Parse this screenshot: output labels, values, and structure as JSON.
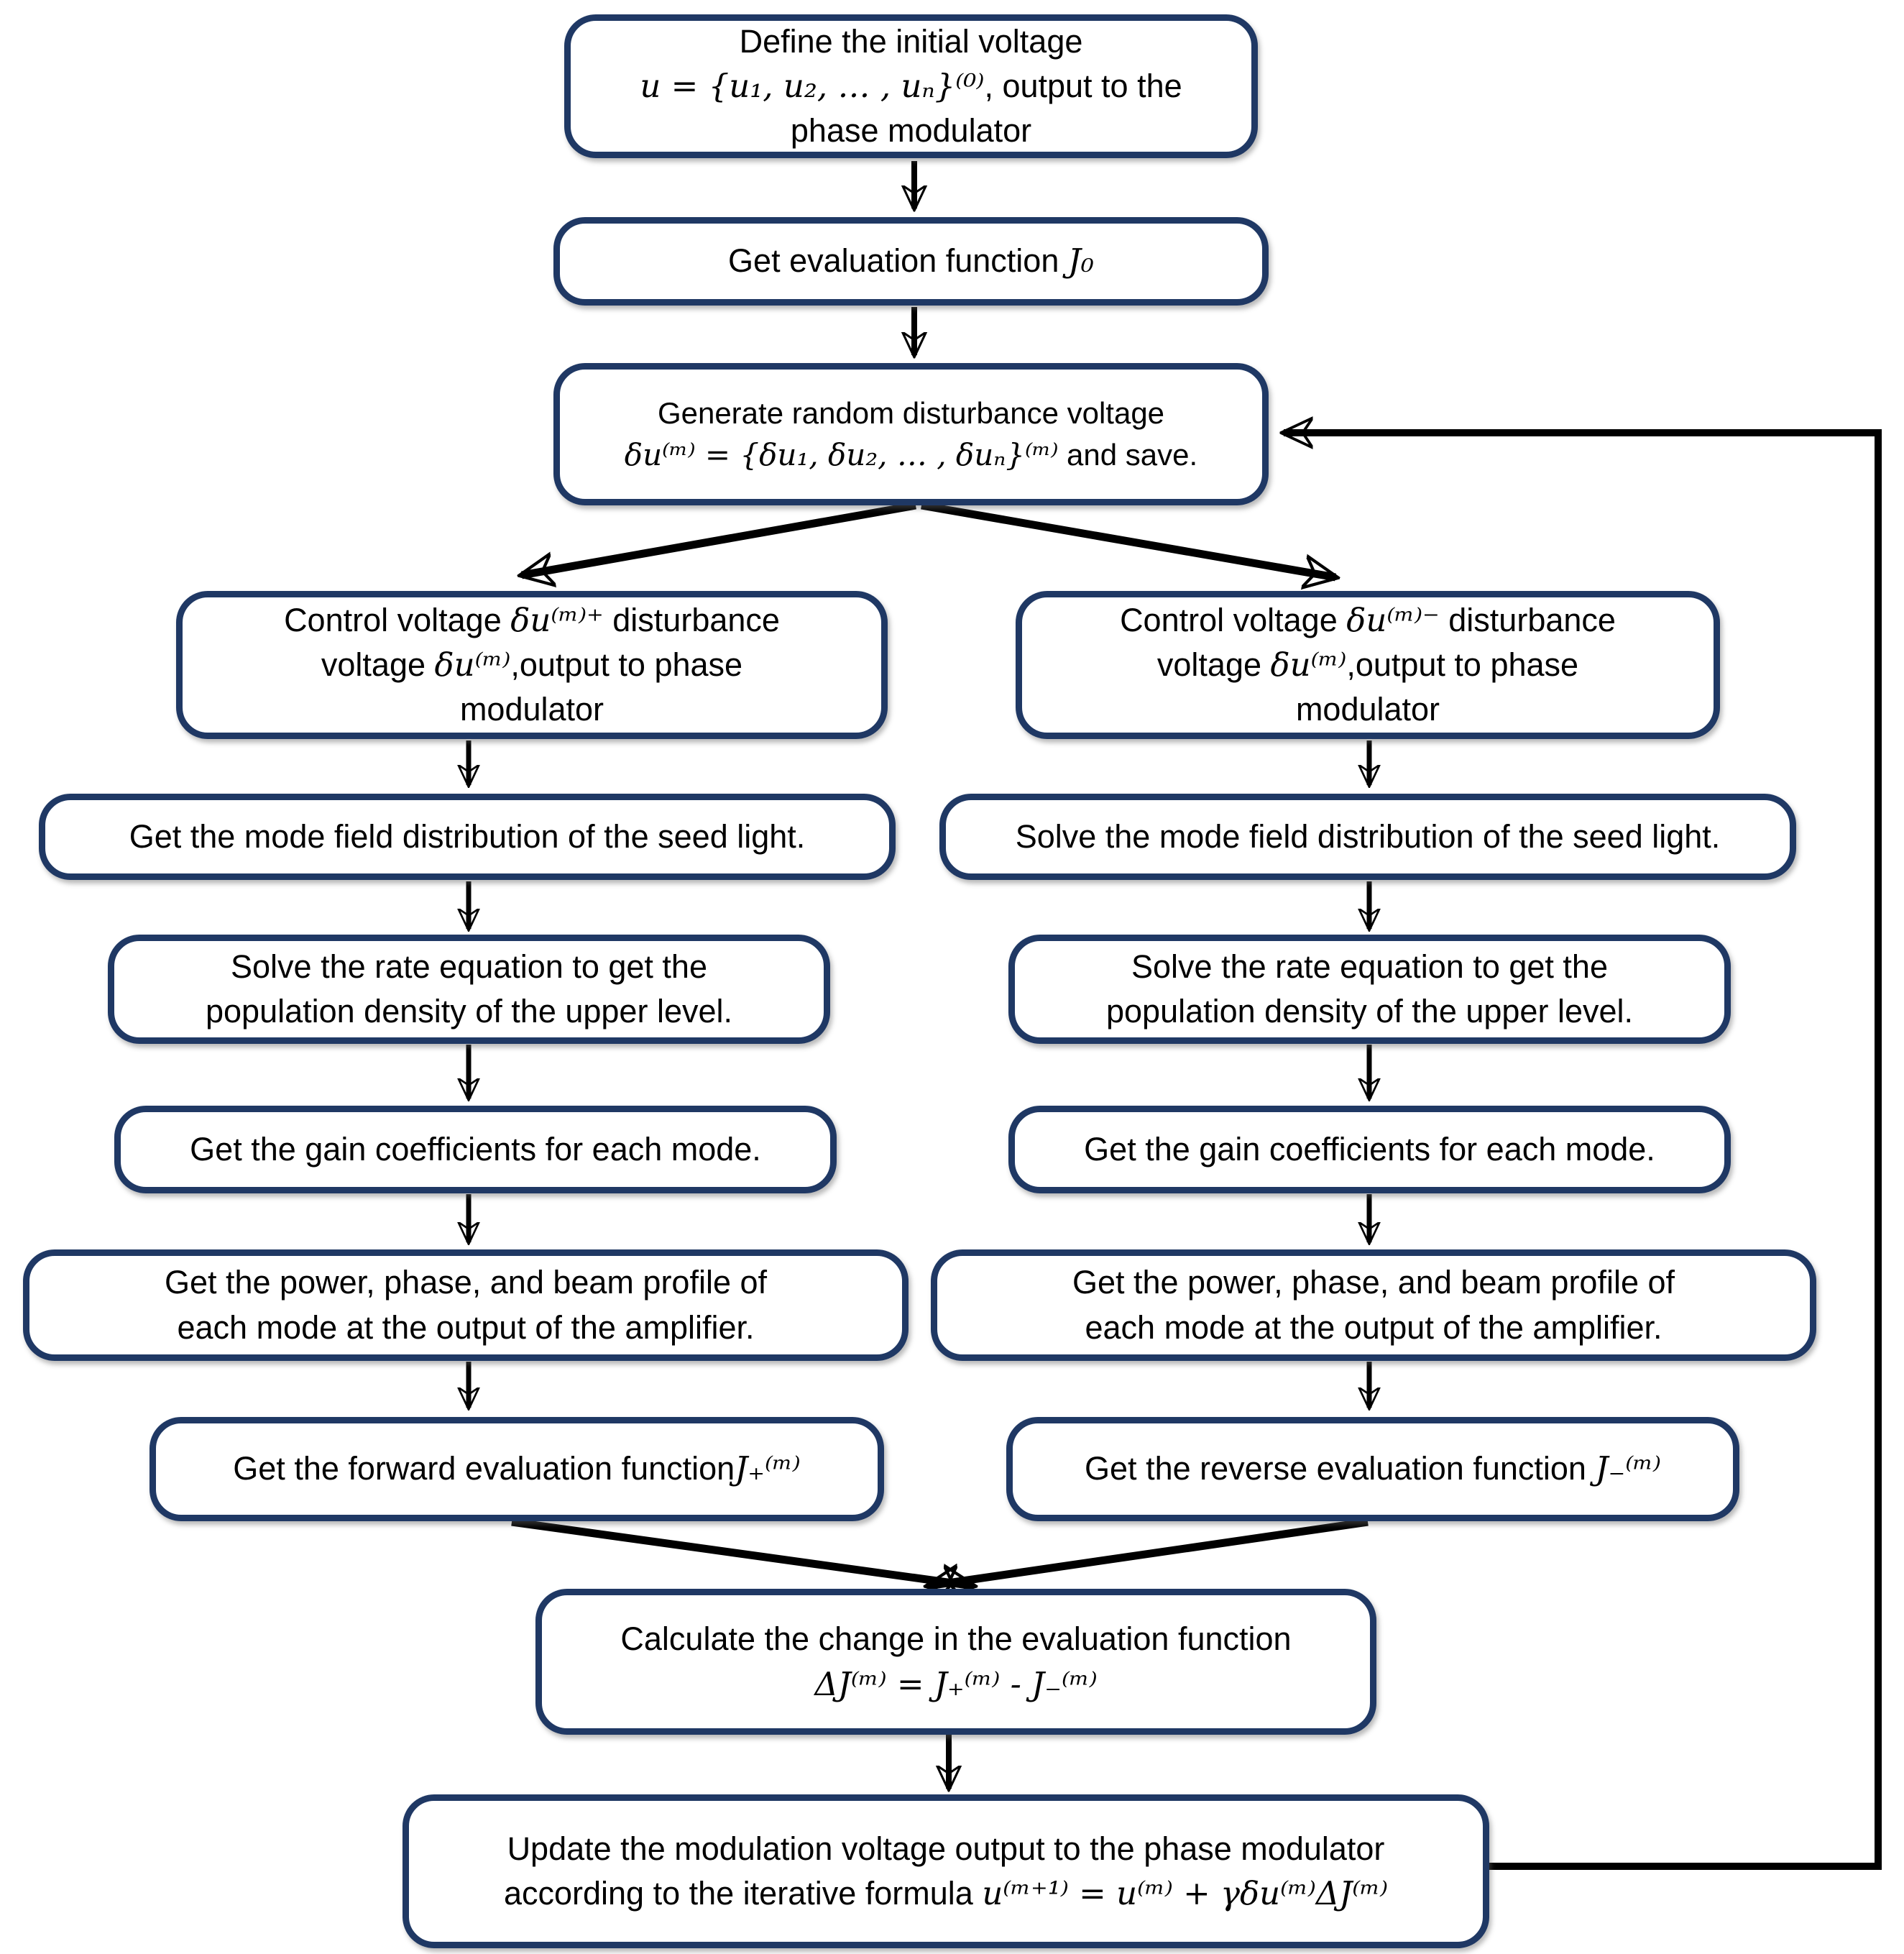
{
  "title": "SPGD phase-control algorithm flowchart",
  "colors": {
    "box_border": "#1f3864",
    "arrow": "#000000",
    "background": "#ffffff",
    "text": "#000000"
  },
  "nodes": {
    "define": {
      "line1": "Define the initial voltage",
      "math2": "u = {u₁, u₂, … , uₙ}⁽⁰⁾",
      "rest2": ", output to the",
      "line3": "phase modulator"
    },
    "eval0": {
      "text": "Get evaluation function ",
      "math": "J₀"
    },
    "generate": {
      "line1": "Generate random disturbance voltage",
      "math2": "δu⁽ᵐ⁾ = {δu₁, δu₂, … , δuₙ}⁽ᵐ⁾",
      "rest2": " and save."
    },
    "control_plus": {
      "pre1": "Control voltage ",
      "math1": "δu⁽ᵐ⁾⁺",
      "post1": " disturbance",
      "pre2": "voltage ",
      "math2": "δu⁽ᵐ⁾",
      "post2": ",output to phase",
      "line3": "modulator"
    },
    "control_minus": {
      "pre1": "Control voltage ",
      "math1": "δu⁽ᵐ⁾⁻",
      "post1": " disturbance",
      "pre2": "voltage ",
      "math2": "δu⁽ᵐ⁾",
      "post2": ",output to phase",
      "line3": "modulator"
    },
    "mode_left": {
      "text": "Get the mode field distribution of the seed light."
    },
    "mode_right": {
      "text": "Solve the mode field distribution of the seed light."
    },
    "rate_left": {
      "line1": "Solve the rate equation to get the",
      "line2": "population density of the upper level."
    },
    "rate_right": {
      "line1": "Solve the rate equation to get the",
      "line2": "population density of the upper level."
    },
    "gain_left": {
      "text": "Get the gain coefficients for each mode."
    },
    "gain_right": {
      "text": "Get the gain coefficients for each mode."
    },
    "power_left": {
      "line1": "Get the power, phase, and beam profile of",
      "line2": "each mode at the output of the amplifier."
    },
    "power_right": {
      "line1": "Get the power, phase, and beam profile of",
      "line2": "each mode at the output of the amplifier."
    },
    "forward": {
      "text": "Get the forward evaluation function",
      "math": "J₊⁽ᵐ⁾"
    },
    "reverse": {
      "text": "Get the reverse evaluation function ",
      "math": "J₋⁽ᵐ⁾"
    },
    "calc": {
      "line1": "Calculate the change in the evaluation function",
      "math2": "ΔJ⁽ᵐ⁾ = J₊⁽ᵐ⁾ - J₋⁽ᵐ⁾"
    },
    "update": {
      "line1": "Update the modulation voltage output to the phase modulator",
      "pre2": "according to the iterative formula ",
      "math2": "u⁽ᵐ⁺¹⁾ = u⁽ᵐ⁾ + γδu⁽ᵐ⁾ΔJ⁽ᵐ⁾"
    }
  }
}
